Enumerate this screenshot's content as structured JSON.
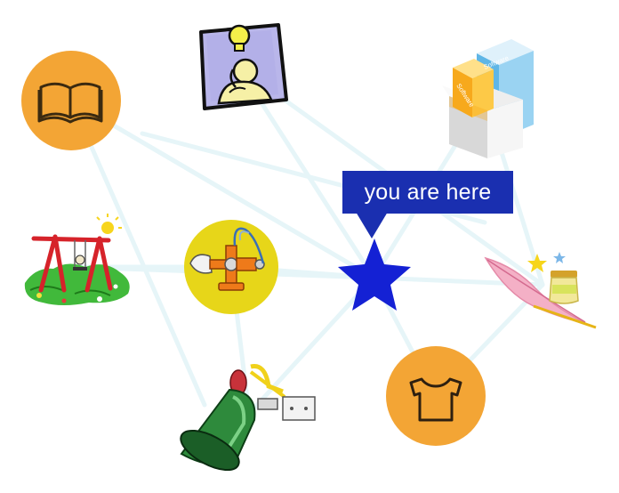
{
  "marker": {
    "label": "you are here",
    "bubble_color": "#1a2fb0",
    "star_color": "#1421d4"
  },
  "software_box": {
    "front_label": "Software",
    "side_label": "Software"
  },
  "connector_color": "#e8f6f8",
  "icons": {
    "book": "book-icon",
    "idea": "lightbulb-idea-icon",
    "software": "software-box-icon",
    "swing": "swing-set-icon",
    "gadget": "contraption-icon",
    "magic": "quill-stars-icon",
    "bell": "bell-icon",
    "shirt": "tshirt-icon"
  },
  "palette": {
    "orange_circle": "#f3a535",
    "yellow_circle": "#e7d619"
  }
}
